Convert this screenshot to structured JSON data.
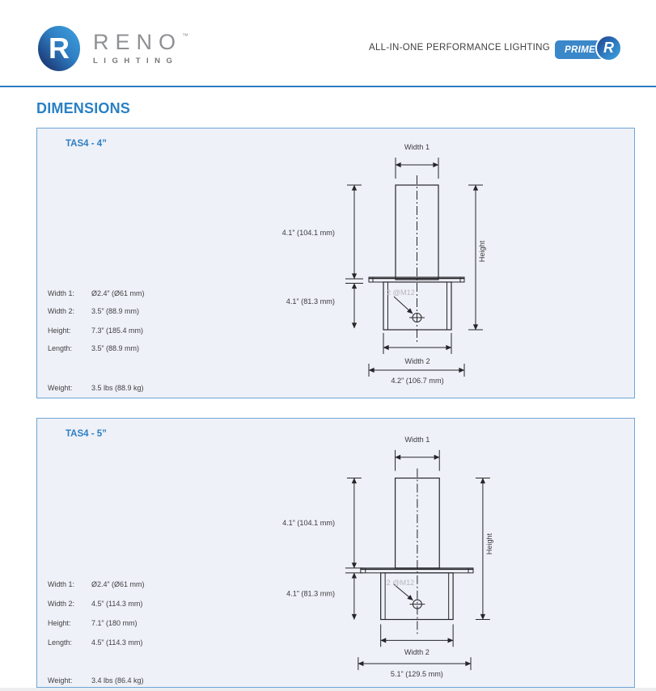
{
  "header": {
    "brand": {
      "name": "RENO",
      "tm": "™",
      "subtitle": "LIGHTING"
    },
    "tagline": "ALL-IN-ONE PERFORMANCE LIGHTING",
    "badge_label": "PRIME",
    "badge_icon": "R",
    "logo_icon": "R"
  },
  "page_title": "DIMENSIONS",
  "colors": {
    "accent_blue": "#2e7ec2",
    "panel_bg": "#eef1f8",
    "panel_border": "#6fa5d6",
    "badge_blue": "#3a87c9"
  },
  "panels": [
    {
      "title": "TAS4 - 4”",
      "specs": [
        {
          "label": "Width 1:",
          "value": "Ø2.4” (Ø61 mm)"
        },
        {
          "label": "Width 2:",
          "value": "3.5” (88.9 mm)"
        },
        {
          "label": "Height:",
          "value": "7.3” (185.4 mm)"
        },
        {
          "label": "Length:",
          "value": "3.5” (88.9 mm)"
        },
        {
          "label": "Weight:",
          "value": "3.5 lbs (88.9 kg)"
        }
      ],
      "diagram": {
        "width1": "Width 1",
        "width2": "Width 2",
        "height": "Height",
        "dim_upper": "4.1” (104.1 mm)",
        "dim_lower": "4.1” (81.3 mm)",
        "dim_bottom": "4.2” (106.7 mm)",
        "bolt": "2 @M12"
      }
    },
    {
      "title": "TAS4 - 5”",
      "specs": [
        {
          "label": "Width 1:",
          "value": "Ø2.4” (Ø61 mm)"
        },
        {
          "label": "Width 2:",
          "value": "4.5” (114.3 mm)"
        },
        {
          "label": "Height:",
          "value": "7.1” (180 mm)"
        },
        {
          "label": "Length:",
          "value": "4.5” (114.3 mm)"
        },
        {
          "label": "Weight:",
          "value": "3.4 lbs (86.4 kg)"
        }
      ],
      "diagram": {
        "width1": "Width 1",
        "width2": "Width 2",
        "height": "Height",
        "dim_upper": "4.1” (104.1 mm)",
        "dim_lower": "4.1” (81.3 mm)",
        "dim_bottom": "5.1” (129.5 mm)",
        "bolt": "2 @M12"
      }
    }
  ]
}
